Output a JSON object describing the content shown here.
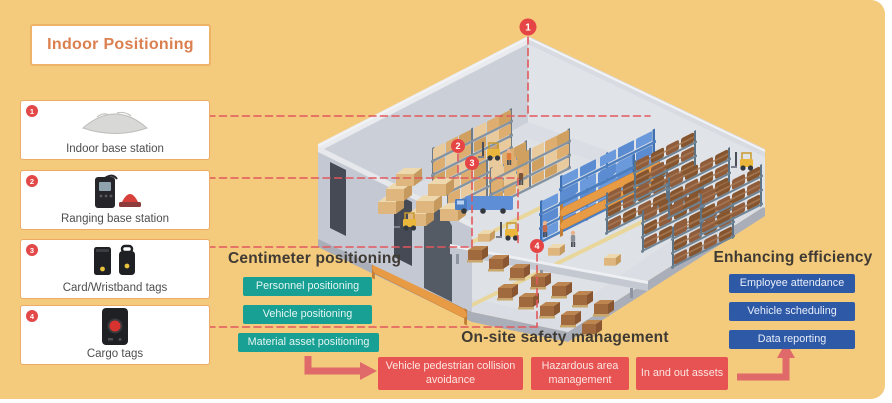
{
  "title": "Indoor Positioning",
  "legend_cards": [
    {
      "num": "1",
      "label": "Indoor base station"
    },
    {
      "num": "2",
      "label": "Ranging base station"
    },
    {
      "num": "3",
      "label": "Card/Wristband tags"
    },
    {
      "num": "4",
      "label": "Cargo tags"
    }
  ],
  "markers": [
    "1",
    "2",
    "3",
    "4"
  ],
  "sections": {
    "centimeter": {
      "heading": "Centimeter positioning",
      "items": [
        "Personnel positioning",
        "Vehicle positioning",
        "Material asset positioning"
      ]
    },
    "safety": {
      "heading": "On-site safety management",
      "items": [
        "Vehicle pedestrian collision avoidance",
        "Hazardous area management",
        "In and out assets"
      ]
    },
    "efficiency": {
      "heading": "Enhancing efficiency",
      "items": [
        "Employee attendance",
        "Vehicle scheduling",
        "Data reporting"
      ]
    }
  },
  "colors": {
    "background": "#F4CB7C",
    "title_orange": "#DB7F4F",
    "card_border": "#EDAB66",
    "badge_red": "#E34848",
    "dashed_red": "#E2585C",
    "arrow_red": "#E06A6A",
    "teal": "#17A093",
    "blue": "#2E59A7",
    "red": "#E75252",
    "heading_dark": "#3F3A33"
  }
}
